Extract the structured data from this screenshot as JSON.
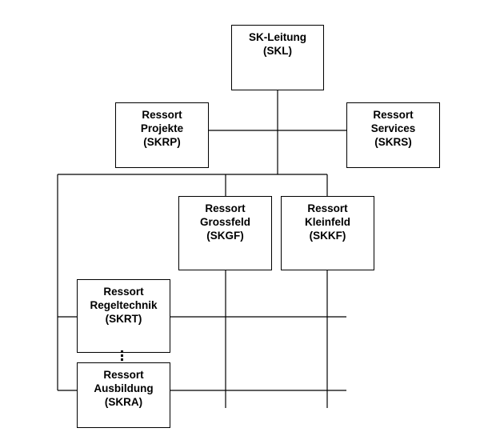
{
  "org_chart": {
    "skl": {
      "title": "SK-Leitung",
      "line2": "",
      "code": "(SKL)"
    },
    "skrp": {
      "title": "Ressort",
      "line2": "Projekte",
      "code": "(SKRP)"
    },
    "skrs": {
      "title": "Ressort",
      "line2": "Services",
      "code": "(SKRS)"
    },
    "skgf": {
      "title": "Ressort",
      "line2": "Grossfeld",
      "code": "(SKGF)"
    },
    "skkf": {
      "title": "Ressort",
      "line2": "Kleinfeld",
      "code": "(SKKF)"
    },
    "skrt": {
      "title": "Ressort",
      "line2": "Regeltechnik",
      "code": "(SKRT)"
    },
    "skra": {
      "title": "Ressort",
      "line2": "Ausbildung",
      "code": "(SKRA)"
    }
  }
}
